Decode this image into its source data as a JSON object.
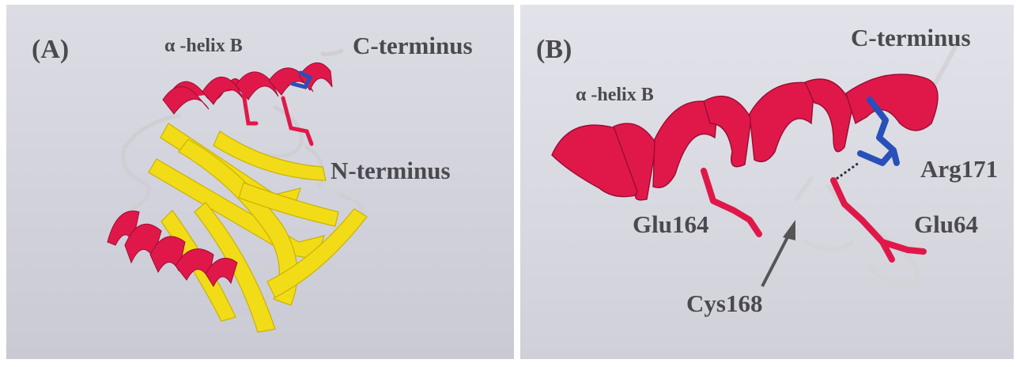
{
  "panels": [
    {
      "tag": "(A)",
      "labels": {
        "helix": "α -helix B",
        "c_terminus": "C-terminus",
        "n_terminus": "N-terminus"
      }
    },
    {
      "tag": "(B)",
      "labels": {
        "helix": "α -helix B",
        "c_terminus": "C-terminus",
        "residues": [
          "Arg171",
          "Glu164",
          "Glu64",
          "Cys168"
        ]
      }
    }
  ],
  "colors": {
    "helix": "#e0184a",
    "sheet": "#f2dc18",
    "coil": "#c8c8cc",
    "arginine": "#2850b8",
    "label": "#4a4a4e",
    "arrow": "#555558"
  }
}
